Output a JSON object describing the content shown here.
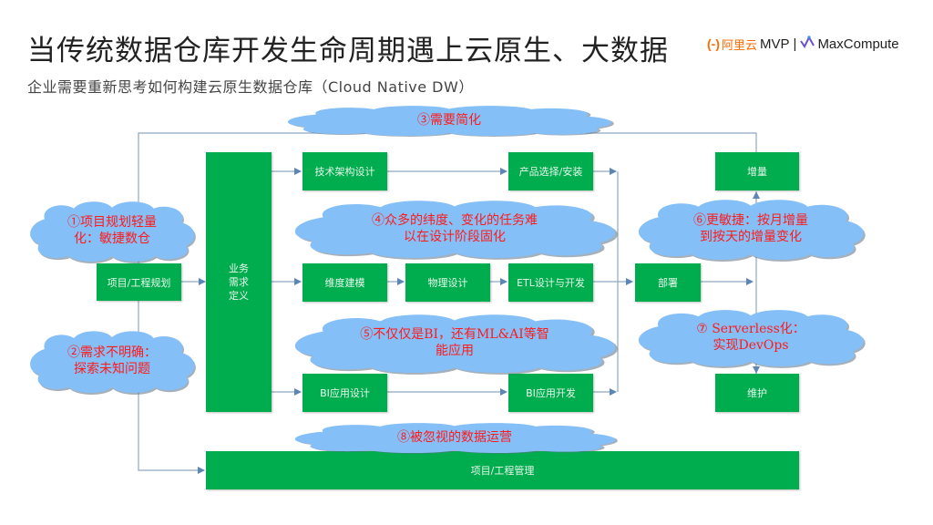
{
  "header": {
    "title": "当传统数据仓库开发生命周期遇上云原生、大数据",
    "subtitle": "企业需要重新思考如何构建云原生数据仓库（Cloud Native DW）"
  },
  "logo": {
    "aliyun_mark": "(-)",
    "aliyun_name": "阿里云",
    "mvp": "MVP",
    "separator": "|",
    "product": "MaxCompute",
    "brand_color": "#ff6a00",
    "icon": "maxcompute-icon"
  },
  "colors": {
    "box_fill": "#00ad4e",
    "box_text": "#e8f6ec",
    "cloud_fill": "#85bff7",
    "cloud_text": "#ff1a1a",
    "connector": "#7d9cb8"
  },
  "diagram": {
    "boxes": {
      "project_planning": "项目/工程规划",
      "business_requirements": "业务\n需求\n定义",
      "tech_architecture": "技术架构设计",
      "product_selection": "产品选择/安装",
      "dimensional_modeling": "维度建模",
      "physical_design": "物理设计",
      "etl": "ETL设计与开发",
      "deployment": "部署",
      "incremental": "增量",
      "maintenance": "维护",
      "bi_design": "BI应用设计",
      "bi_development": "BI应用开发",
      "project_management": "项目/工程管理"
    },
    "clouds": {
      "c1": "①项目规划轻量\n化：敏捷数仓",
      "c2": "②需求不明确：\n探索未知问题",
      "c3": "③需要简化",
      "c4": "④众多的纬度、变化的任务难\n以在设计阶段固化",
      "c5": "⑤不仅仅是BI，还有ML&AI等智\n能应用",
      "c6": "⑥更敏捷：按月增量\n到按天的增量变化",
      "c7": "⑦ Serverless化：\n实现DevOps",
      "c8": "⑧被忽视的数据运营"
    }
  }
}
